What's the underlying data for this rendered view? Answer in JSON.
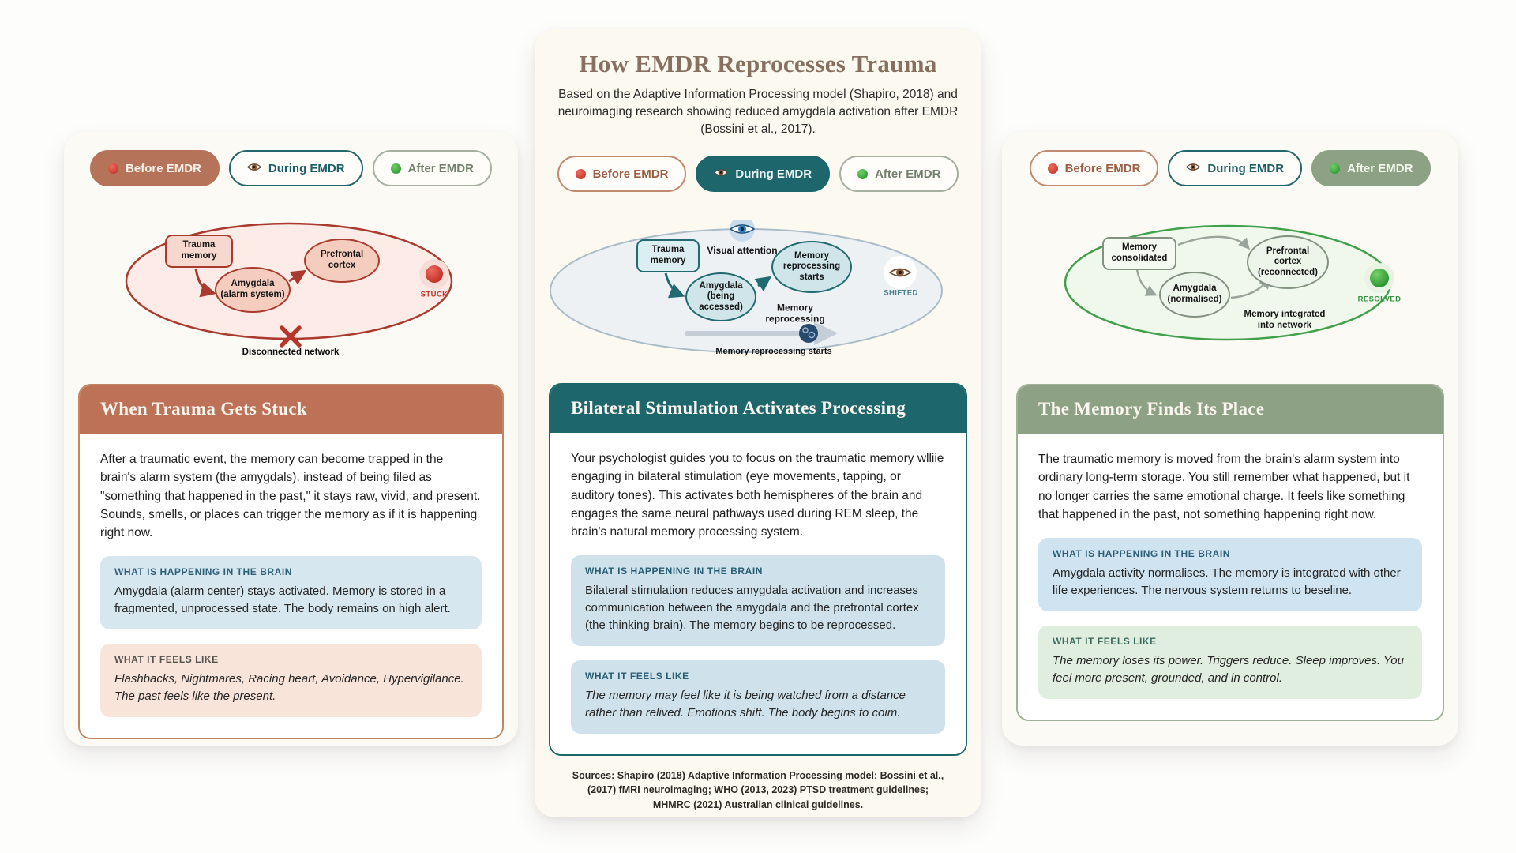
{
  "page": {
    "title": "How EMDR Reprocesses Trauma",
    "subtitle": "Based on the Adaptive Information Processing model (Shapiro, 2018) and neuroimaging research showing reduced amygdala activation after EMDR (Bossini et al., 2017)."
  },
  "tabs": {
    "before": "Before EMDR",
    "during": "During EMDR",
    "after": "After EMDR"
  },
  "cards": [
    {
      "id": "before",
      "heading": "When Trauma Gets Stuck",
      "body": "After a traumatic event, the memory can become trapped in the brain's alarm system (the amygdals). instead of being filed as \"something that happened in the past,\" it stays raw, vivid, and present. Sounds, smells, or places can trigger the memory as if it is happening right now.",
      "brain_box": {
        "label": "WHAT IS HAPPENING IN THE BRAIN",
        "text": "Amygdala (alarm center) stays activated. Memory is stored in a fragmented, unprocessed state. The body remains on high alert."
      },
      "feels_box": {
        "label": "WHAT IT FEELS LIKE",
        "text": "Flashbacks, Nightmares, Racing heart, Avoidance, Hypervigilance. The past feels like the present."
      },
      "diagram": {
        "nodes": {
          "source": "Trauma\nmemory",
          "amygdala": "Amygdala\n(alarm system)",
          "cortex": "Prefrontal\ncortex"
        },
        "status": "STUCK",
        "caption": "Disconnected network"
      }
    },
    {
      "id": "during",
      "heading": "Bilateral Stimulation Activates Processing",
      "body": "Your psychologist guides you to focus on the traumatic memory wlliie engaging in bilateral stimulation (eye movements, tapping, or auditory tones). This activates both hemispheres of the brain and engages the same neural pathways used during REM sleep, the brain's natural memory processing system.",
      "brain_box": {
        "label": "WHAT IS HAPPENING IN THE BRAIN",
        "text": "Bilateral stimulation reduces amygdala activation and increases communication between the amygdala and the prefrontal cortex (the thinking brain). The memory begins to be reprocessed."
      },
      "feels_box": {
        "label": "WHAT IT FEELS LIKE",
        "text": "The memory may feel like it is being watched from a distance rather than relived. Emotions shift. The body begins to coim."
      },
      "diagram": {
        "attention_label": "Visual attention",
        "nodes": {
          "source": "Trauma\nmemory",
          "amygdala": "Amygdala\n(being\naccessed)",
          "cortex": "Memory\nreprocessing\nstarts"
        },
        "process_label": "Memory\nreprocessing",
        "status": "SHIFTED",
        "caption": "Memory reprocessing starts"
      }
    },
    {
      "id": "after",
      "heading": "The Memory Finds Its Place",
      "body": "The traumatic memory is moved from the brain's alarm system into ordinary long-term storage. You still remember what happened, but it no longer carries the same emotional charge. It feels like something that happened in the past, not something happening right now.",
      "brain_box": {
        "label": "WHAT IS HAPPENING IN THE BRAIN",
        "text": "Amygdala activity normalises. The memory is integrated with other life experiences. The nervous system returns to beseline."
      },
      "feels_box": {
        "label": "WHAT IT FEELS LIKE",
        "text": "The memory loses its power. Triggers reduce. Sleep improves. You feel more present, grounded, and in control."
      },
      "diagram": {
        "nodes": {
          "source": "Memory\nconsolidated",
          "amygdala": "Amygdala\n(normalised)",
          "cortex": "Prefrontal\ncortex\n(reconnected)"
        },
        "integration_label": "Memory integrated\ninto network",
        "status": "RESOLVED"
      }
    }
  ],
  "footer": {
    "sources": "Sources: Shapiro (2018) Adaptive Information Processing model; Bossini et al., (2017) fMRI neuroimaging; WHO (2013, 2023) PTSD treatment guidelines; MHMRC (2021) Australian clinical guidelines."
  },
  "colors": {
    "before_accent": "#b5735a",
    "during_accent": "#1d666c",
    "after_accent": "#8da184",
    "stuck_red": "#cf3a2d",
    "resolved_green": "#2f9e3c",
    "brain_box_bg": "#d6e6ef",
    "feels_box_before_bg": "#f9e4da",
    "feels_box_after_bg": "#dfeede"
  }
}
